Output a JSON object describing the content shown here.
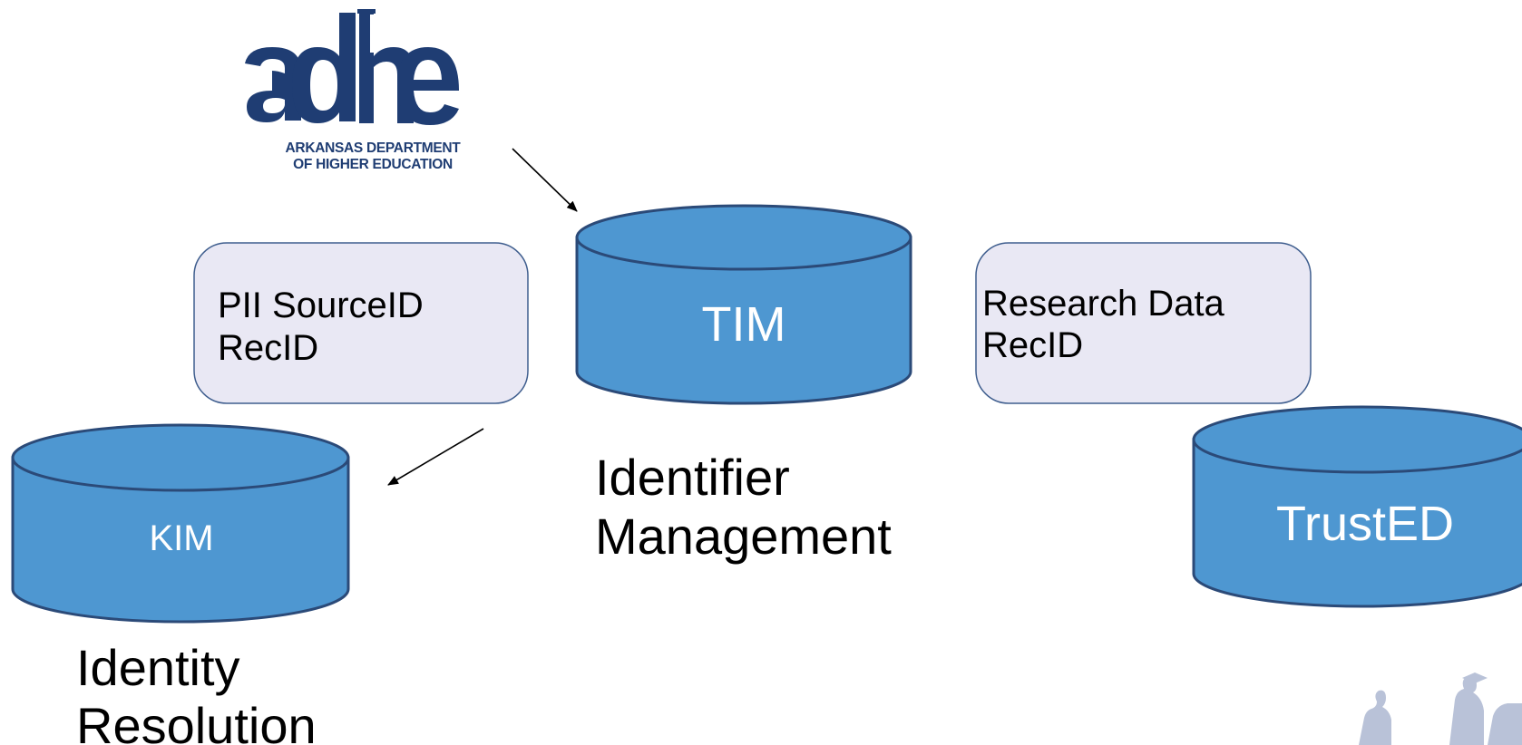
{
  "logo": {
    "mark": "adhe",
    "line1": "ARKANSAS DEPARTMENT",
    "line2": "OF HIGHER EDUCATION"
  },
  "databases": {
    "tim": "TIM",
    "kim": "KIM",
    "trusted": "TrustED"
  },
  "boxes": {
    "pii": {
      "line1": "PII SourceID",
      "line2": "RecID"
    },
    "research": {
      "line1": "Research Data",
      "line2": "RecID"
    }
  },
  "labels": {
    "identifier": {
      "line1": "Identifier",
      "line2": "Management"
    },
    "identity": {
      "line1": "Identity",
      "line2": "Resolution"
    }
  },
  "colors": {
    "cylinder_fill": "#4e97d1",
    "cylinder_stroke": "#2b4a78",
    "box_fill": "#e9e8f4",
    "box_stroke": "#3f5e8e",
    "logo_color": "#1f3d73",
    "watermark_color": "#b9c2d8"
  }
}
